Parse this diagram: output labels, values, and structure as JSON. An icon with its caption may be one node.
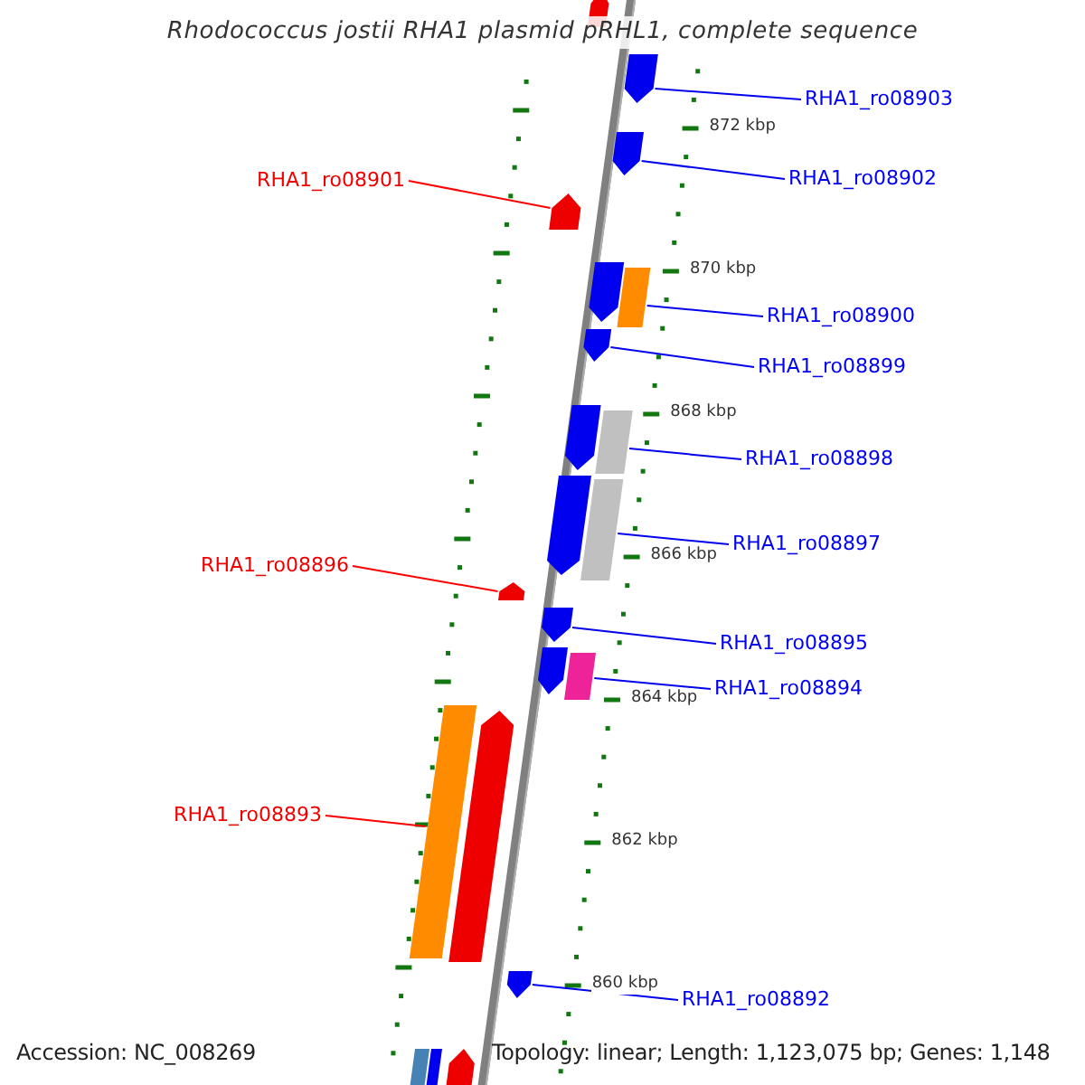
{
  "diagram": {
    "title": "Rhodococcus jostii RHA1 plasmid pRHL1, complete sequence",
    "nodes": [
      {
        "text": [
          "RHA1_ro08903"
        ]
      },
      {
        "text": [
          "RHA1_ro08901"
        ]
      },
      {
        "text": [
          "RHA1_ro08902"
        ]
      },
      {
        "text": [
          "RHA1_ro08900"
        ]
      },
      {
        "text": [
          "RHA1_ro08899"
        ]
      },
      {
        "text": [
          "RHA1_ro08898"
        ]
      },
      {
        "text": [
          "RHA1_ro08897"
        ]
      },
      {
        "text": [
          "RHA1_ro08896"
        ]
      },
      {
        "text": [
          "RHA1_ro08895"
        ]
      },
      {
        "text": [
          "RHA1_ro08894"
        ]
      },
      {
        "text": [
          "RHA1_ro08893"
        ]
      },
      {
        "text": [
          "RHA1_ro08892"
        ]
      },
      {
        "text": [],
        "shape": "bar"
      },
      {
        "text": [],
        "shape": "bar"
      },
      {
        "text": [],
        "shape": "bar"
      },
      {
        "text": [],
        "shape": "bar"
      },
      {
        "text": [],
        "shape": "bar"
      },
      {
        "text": [],
        "shape": "bar"
      },
      {
        "text": [],
        "shape": "bar"
      },
      {
        "text": [],
        "shape": "bar"
      },
      {
        "text": [],
        "shape": "bar"
      },
      {
        "text": [],
        "shape": "bar"
      },
      {
        "text": [],
        "shape": "bar"
      },
      {
        "text": [],
        "shape": "bar"
      },
      {
        "text": [],
        "shape": "bar"
      },
      {
        "text": [],
        "shape": "bar"
      },
      {
        "text": [],
        "shape": "bar"
      },
      {
        "text": [],
        "shape": "bar"
      },
      {
        "text": [],
        "shape": "bar"
      },
      {
        "text": [],
        "shape": "bar"
      },
      {
        "text": [],
        "shape": "bar"
      },
      {
        "text": [],
        "shape": "bar"
      },
      {
        "text": [],
        "shape": "bar"
      }
    ],
    "edges": [
      {
        "from": 0,
        "to": 13,
        "arrow": "none"
      },
      {
        "from": 1,
        "to": 15,
        "arrow": "none",
        "color": "#ff0000"
      },
      {
        "from": 2,
        "to": 14,
        "arrow": "none"
      },
      {
        "from": 3,
        "to": 17,
        "arrow": "none"
      },
      {
        "from": 4,
        "to": 18,
        "arrow": "none"
      },
      {
        "from": 5,
        "to": 20,
        "arrow": "none"
      },
      {
        "from": 6,
        "to": 22,
        "arrow": "none"
      },
      {
        "from": 7,
        "to": 23,
        "arrow": "none",
        "color": "#ff0000"
      },
      {
        "from": 8,
        "to": 24,
        "arrow": "none"
      },
      {
        "from": 9,
        "to": 26,
        "arrow": "none"
      },
      {
        "from": 10,
        "to": 27,
        "arrow": "none",
        "color": "#ff0000"
      },
      {
        "from": 11,
        "to": 29,
        "arrow": "none"
      }
    ],
    "labels": [
      "872 kbp",
      "870 kbp",
      "868 kbp",
      "866 kbp",
      "864 kbp",
      "862 kbp",
      "860 kbp",
      "Accession: NC_008269",
      "Topology: linear; Length: 1,123,075 bp; Genes: 1,148"
    ]
  }
}
